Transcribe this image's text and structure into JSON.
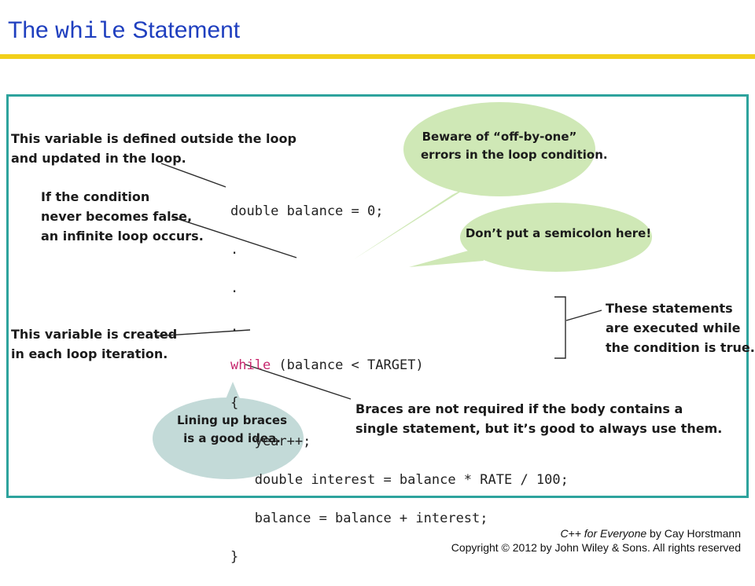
{
  "header": {
    "title_prefix": "The ",
    "title_keyword": "while",
    "title_suffix": " Statement"
  },
  "code": {
    "keyword": "while",
    "lines": [
      "double balance = 0;",
      ".",
      ".",
      ".",
      " (balance < TARGET)",
      "{",
      "   year++;",
      "   double interest = balance * RATE / 100;",
      "   balance = balance + interest;",
      "}"
    ]
  },
  "annotations": {
    "outside_var": "This variable is defined outside the loop\nand updated in the loop.",
    "infinite_loop": "If the condition\nnever becomes false,\nan infinite loop occurs.",
    "inner_var": "This variable is created\nin each loop iteration.",
    "body_exec": "These statements\nare executed while\nthe condition is true.",
    "braces": "Braces are not required if the body contains a\nsingle statement, but it’s good to always use them."
  },
  "bubbles": {
    "off_by_one": "Beware of “off-by-one”\nerrors in the loop condition.",
    "semicolon": "Don’t put a semicolon here!",
    "braces_tip": "Lining up braces\nis a good idea."
  },
  "colors": {
    "title": "#1f3fbf",
    "rule": "#f2cf1a",
    "frame": "#2da39d",
    "keyword": "#c7286e",
    "bubble_green": "#cfe8b6",
    "bubble_blue": "#c3dad8"
  },
  "credit": {
    "book": "C++ for Everyone",
    "author": " by Cay Horstmann",
    "copyright": "Copyright © 2012 by John Wiley & Sons. All rights reserved"
  }
}
